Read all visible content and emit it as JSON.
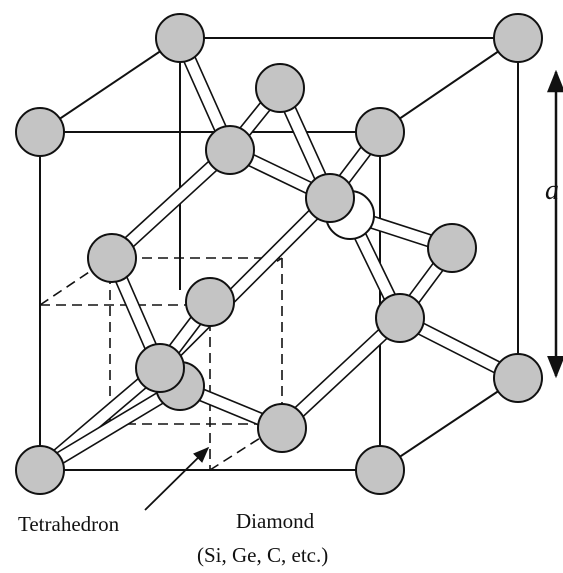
{
  "labels": {
    "tetrahedron": "Tetrahedron",
    "diamond": "Diamond",
    "examples": "(Si, Ge, C, etc.)",
    "lattice_constant": "a"
  },
  "colors": {
    "atom_fill": "#c4c4c4",
    "line": "#111111",
    "background": "#ffffff"
  }
}
